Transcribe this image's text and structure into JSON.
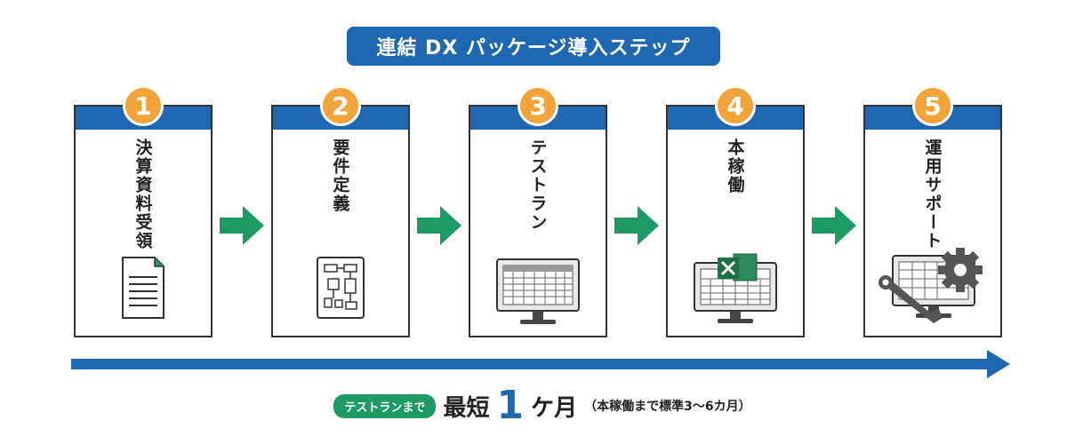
{
  "title": "連結 DX パッケージ導入ステップ",
  "steps": [
    {
      "number": "1",
      "label": "決算資料受領",
      "icon": "document-icon"
    },
    {
      "number": "2",
      "label": "要件定義",
      "icon": "flowchart-icon"
    },
    {
      "number": "3",
      "label": "テストラン",
      "icon": "monitor-spreadsheet-icon"
    },
    {
      "number": "4",
      "label": "本稼働",
      "icon": "monitor-excel-icon"
    },
    {
      "number": "5",
      "label": "運用サポート",
      "icon": "monitor-tools-icon"
    }
  ],
  "footer": {
    "pill": "テストランまで",
    "prefix": "最短",
    "number": "1",
    "suffix": "ケ月",
    "note": "（本稼働まで標準3〜6カ月）"
  },
  "colors": {
    "primary": "#1f67b1",
    "accent": "#f2a33a",
    "arrow": "#1e9a63",
    "excel": "#1e7145"
  }
}
